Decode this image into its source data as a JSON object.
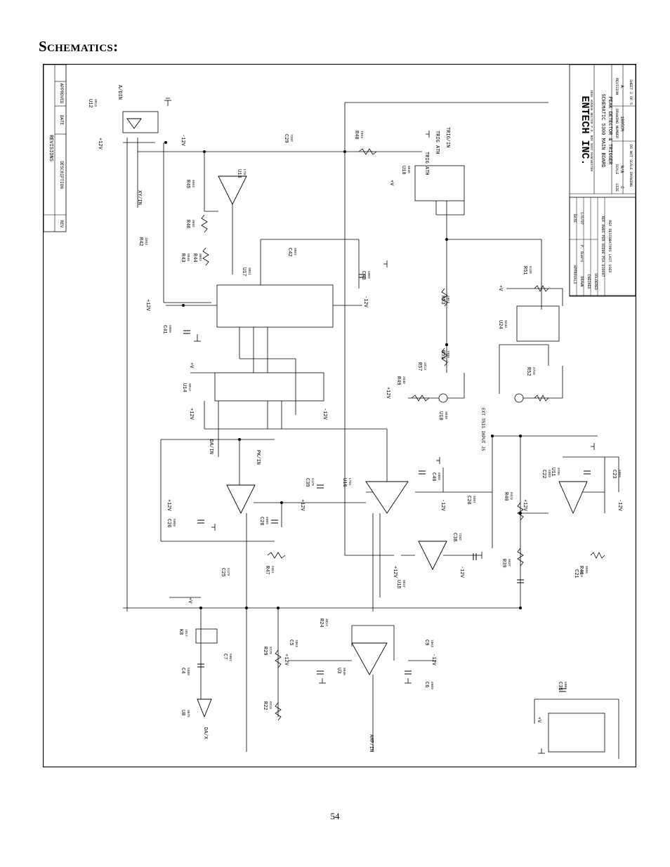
{
  "heading": "Schematics:",
  "page_number": "54",
  "revisions": {
    "title": "REVISIONS",
    "headers": [
      "REV",
      "DESCRIPTION",
      "DATE",
      "APPROVED"
    ]
  },
  "title_block": {
    "company": "ENTECH INC.",
    "address": "3865 AVENUE BELTER P.O. BOX 3097 MANCHESTER",
    "line1": "SCHEMATIC 5300 MAIN BOARD",
    "line2": "PEAK DETECTOR & TRIGGER",
    "size_label": "SIZE",
    "size_value": "C",
    "scale_label": "SCALE",
    "scale_value": "N/A",
    "drawing_label": "DRAWING NUMBER",
    "drawing_value": "1005CM",
    "revision_label": "REVISION",
    "revision_value": "A",
    "note": "DO NOT SCALE DRAWING",
    "sheet": "SHEET 2 OF 5"
  },
  "approvals": {
    "headers": [
      "APPROVALS",
      "DATE"
    ],
    "rows": [
      [
        "DRAWN",
        "P. Guard",
        "1/6/97"
      ],
      [
        "CHECKED",
        "",
        ""
      ],
      [
        "SOLDERED",
        "",
        ""
      ],
      [
        "REF DWGS PER OCD96 PCA 010097",
        "",
        ""
      ],
      [
        "REF DESIGNATORS LAST USED",
        "",
        ""
      ]
    ]
  },
  "nets": {
    "ad_in": "A/DIN",
    "xy_in": "XY/IN",
    "dac_in": "DA/IN",
    "peak_in": "PK/IN",
    "trig_in": "TRIG/IN",
    "amp_in": "AMP/IN",
    "dalx": "DA/X",
    "trig_a": "TRIG ATH",
    "trig_b": "TRIG ATH",
    "ext_trig": "EXT TRIG INPUT J5"
  },
  "components": [
    {
      "ref": "U12",
      "value": "9813"
    },
    {
      "ref": "U13",
      "value": "LT01"
    },
    {
      "ref": "U17",
      "value": "9851"
    },
    {
      "ref": "U14",
      "value": "9813"
    },
    {
      "ref": "U16",
      "value": "LT01"
    },
    {
      "ref": "U10",
      "value": "9846"
    },
    {
      "ref": "U24",
      "value": "9244"
    },
    {
      "ref": "U18",
      "value": "9849"
    },
    {
      "ref": "U15",
      "value": "9837"
    },
    {
      "ref": "U11",
      "value": "9786"
    },
    {
      "ref": "U3",
      "value": "9846"
    },
    {
      "ref": "U8",
      "value": "9075"
    },
    {
      "ref": "K8",
      "value": "1017"
    },
    {
      "ref": "R45",
      "value": "9954"
    },
    {
      "ref": "R46",
      "value": "9092"
    },
    {
      "ref": "R42",
      "value": "1093"
    },
    {
      "ref": "R43",
      "value": "8044"
    },
    {
      "ref": "R44",
      "value": "9082"
    },
    {
      "ref": "R53",
      "value": "10K4"
    },
    {
      "ref": "R55",
      "value": "7988"
    },
    {
      "ref": "R57",
      "value": "1813"
    },
    {
      "ref": "R49",
      "value": "2840"
    },
    {
      "ref": "R52",
      "value": "6758"
    },
    {
      "ref": "R51",
      "value": "8138"
    },
    {
      "ref": "R48",
      "value": "7964"
    },
    {
      "ref": "R47",
      "value": "8451"
    },
    {
      "ref": "R40",
      "value": "8474"
    },
    {
      "ref": "R39",
      "value": "9447"
    },
    {
      "ref": "R41",
      "value": "9606"
    },
    {
      "ref": "R29",
      "value": "9770"
    },
    {
      "ref": "R22",
      "value": "8219"
    },
    {
      "ref": "R24",
      "value": "4813"
    },
    {
      "ref": "C29",
      "value": "7392"
    },
    {
      "ref": "C42",
      "value": "9087"
    },
    {
      "ref": "C43",
      "value": "6909"
    },
    {
      "ref": "C41",
      "value": "6909"
    },
    {
      "ref": "C25",
      "value": "6179"
    },
    {
      "ref": "C26",
      "value": "6909"
    },
    {
      "ref": "C28",
      "value": "6909"
    },
    {
      "ref": "C39",
      "value": "6179"
    },
    {
      "ref": "C40",
      "value": "6909"
    },
    {
      "ref": "C38",
      "value": "7392"
    },
    {
      "ref": "C22",
      "value": "6909"
    },
    {
      "ref": "C23",
      "value": "6909"
    },
    {
      "ref": "C21",
      "value": "10K4"
    },
    {
      "ref": "C20",
      "value": "9307"
    },
    {
      "ref": "C35",
      "value": "6909"
    },
    {
      "ref": "C4",
      "value": "5488"
    },
    {
      "ref": "C7",
      "value": "6907"
    },
    {
      "ref": "C5",
      "value": "10K4"
    },
    {
      "ref": "C9",
      "value": "10K4"
    },
    {
      "ref": "C6",
      "value": "6909"
    }
  ],
  "rails": {
    "plus12": "+12V",
    "minus12": "-12V",
    "plusv": "+V"
  }
}
